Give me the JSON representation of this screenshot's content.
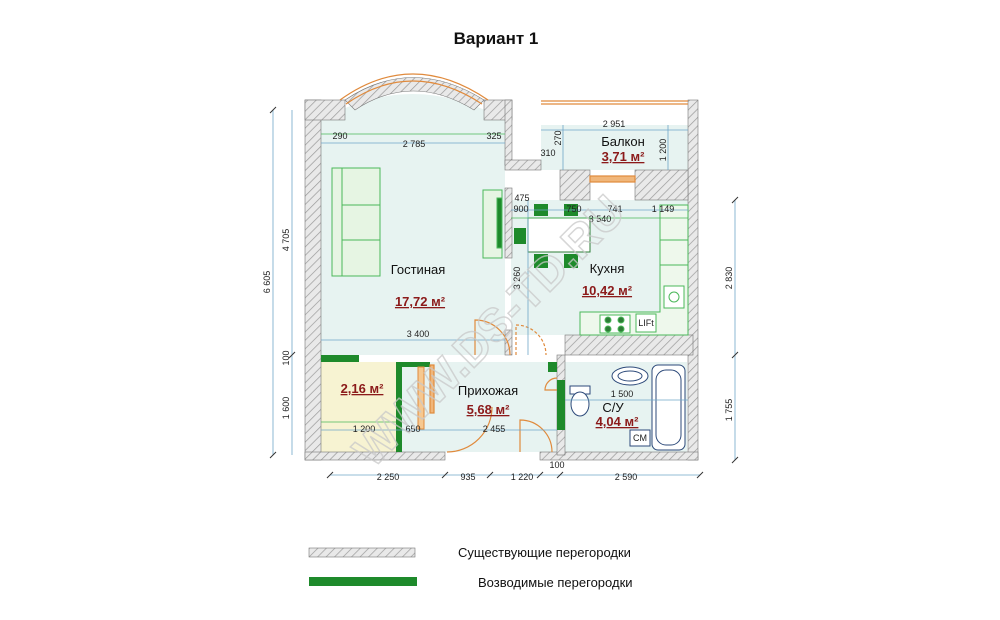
{
  "title": "Вариант 1",
  "rooms": {
    "living": {
      "name": "Гостиная",
      "area": "17,72 м²"
    },
    "balcony": {
      "name": "Балкон",
      "area": "3,71 м²"
    },
    "kitchen": {
      "name": "Кухня",
      "area": "10,42 м²"
    },
    "hallway": {
      "name": "Прихожая",
      "area": "5,68 м²"
    },
    "bathroom": {
      "name": "С/У",
      "area": "4,04 м²"
    },
    "storage": {
      "area": "2,16 м²"
    }
  },
  "dimensions": {
    "d290": "290",
    "d2785": "2 785",
    "d325": "325",
    "d2951": "2 951",
    "d270": "270",
    "d310": "310",
    "d1200": "1 200",
    "d475": "475",
    "d900": "900",
    "d750": "750",
    "d741": "741",
    "d1149": "1 149",
    "d3540": "3 540",
    "d3260": "3 260",
    "d3400": "3 400",
    "d1500": "1 500",
    "d1200b": "1 200",
    "d650": "650",
    "d2455": "2 455",
    "b2250": "2 250",
    "b935": "935",
    "b1220": "1 220",
    "b100": "100",
    "b2590": "2 590",
    "l6805": "6 605",
    "l4705": "4 705",
    "l100": "100",
    "l1800": "1 600",
    "r2830": "2 830",
    "r1755": "1 755"
  },
  "fixtures": {
    "lift": "LIFt",
    "wm": "СМ"
  },
  "legend": {
    "existing": "Существующие перегородки",
    "new": "Возводимые перегородки"
  },
  "watermark": "WWW.DS-TD.RU",
  "colors": {
    "wall_hatch": "#a9a9a9",
    "new_partition": "#1e8a2b",
    "area_text": "#8b1a1a",
    "room_fill": "#e8f4f2"
  }
}
